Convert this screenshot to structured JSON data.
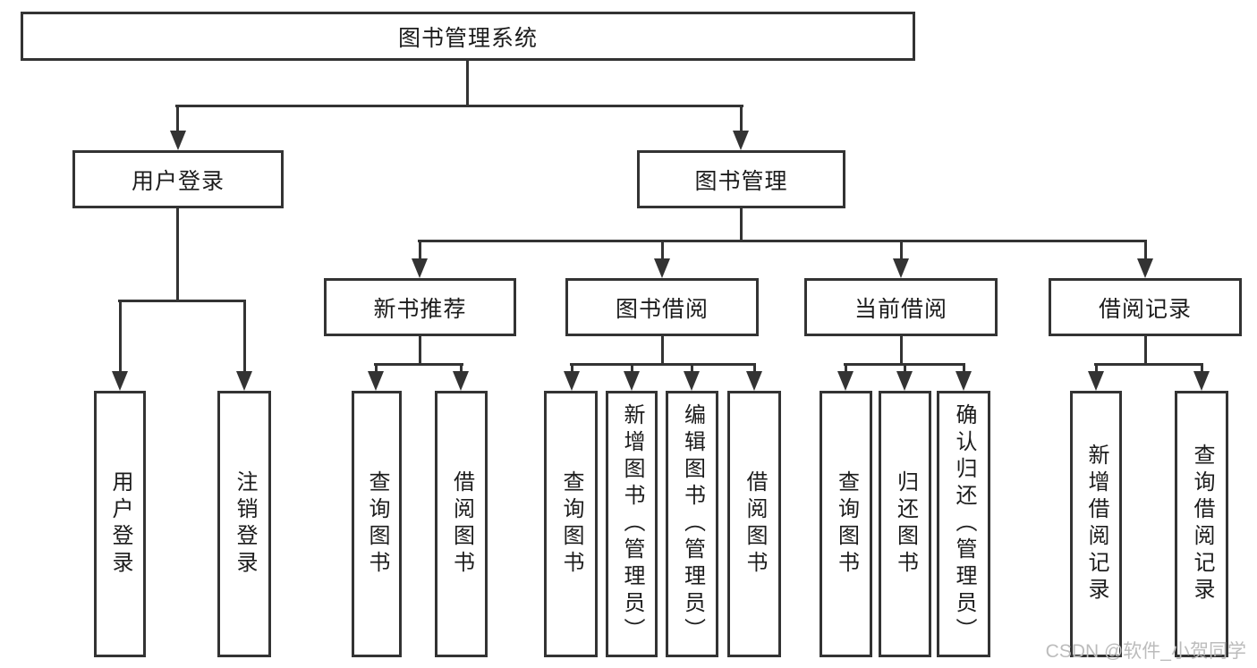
{
  "colors": {
    "line": "#333333",
    "text": "#1c1c1c",
    "background": "#ffffff",
    "watermark": "#bcbcbc"
  },
  "tree": {
    "root": {
      "label": "图书管理系统",
      "children": [
        {
          "label": "用户登录",
          "children": [
            {
              "label": "用户登录"
            },
            {
              "label": "注销登录"
            }
          ]
        },
        {
          "label": "图书管理",
          "children": [
            {
              "label": "新书推荐",
              "children": [
                {
                  "label": "查询图书"
                },
                {
                  "label": "借阅图书"
                }
              ]
            },
            {
              "label": "图书借阅",
              "children": [
                {
                  "label": "查询图书"
                },
                {
                  "label": "新增图书（管理员）"
                },
                {
                  "label": "编辑图书（管理员）"
                },
                {
                  "label": "借阅图书"
                }
              ]
            },
            {
              "label": "当前借阅",
              "children": [
                {
                  "label": "查询图书"
                },
                {
                  "label": "归还图书"
                },
                {
                  "label": "确认归还（管理员）"
                }
              ]
            },
            {
              "label": "借阅记录",
              "children": [
                {
                  "label": "新增借阅记录"
                },
                {
                  "label": "查询借阅记录"
                }
              ]
            }
          ]
        }
      ]
    }
  },
  "watermark": {
    "text": "CSDN @软件_小贺同学"
  }
}
